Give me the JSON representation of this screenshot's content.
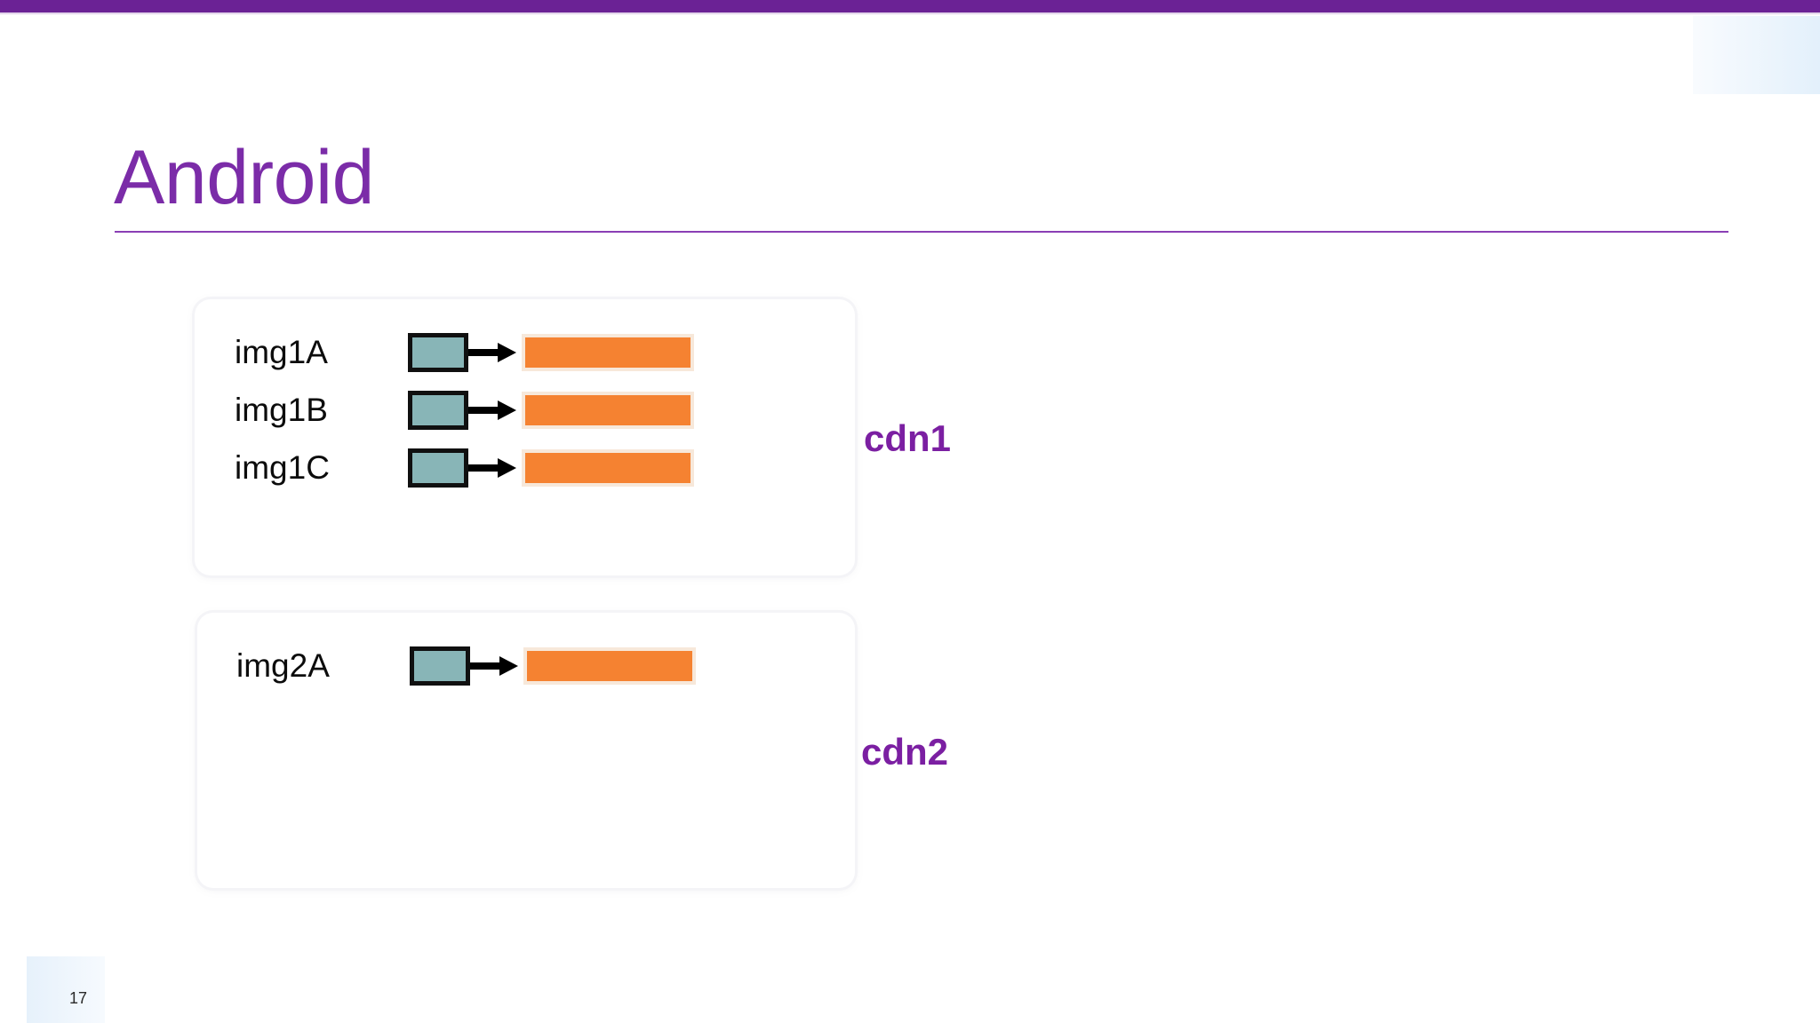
{
  "slide": {
    "title": "Android",
    "page_number": "17",
    "accent_color": "#7B2CA8",
    "band_color": "#6B2295"
  },
  "groups": [
    {
      "name": "cdn1-group",
      "cdn_label": "cdn1",
      "rows": [
        {
          "label": "img1A",
          "source_icon": "source-image-box",
          "arrow_icon": "arrow-right-icon",
          "dest_icon": "cdn-destination-bar"
        },
        {
          "label": "img1B",
          "source_icon": "source-image-box",
          "arrow_icon": "arrow-right-icon",
          "dest_icon": "cdn-destination-bar"
        },
        {
          "label": "img1C",
          "source_icon": "source-image-box",
          "arrow_icon": "arrow-right-icon",
          "dest_icon": "cdn-destination-bar"
        }
      ]
    },
    {
      "name": "cdn2-group",
      "cdn_label": "cdn2",
      "rows": [
        {
          "label": "img2A",
          "source_icon": "source-image-box",
          "arrow_icon": "arrow-right-icon",
          "dest_icon": "cdn-destination-bar"
        }
      ]
    }
  ],
  "colors": {
    "source_box_fill": "#88B5B7",
    "source_box_border": "#101010",
    "dest_bar_fill": "#F58231",
    "dest_bar_border": "#F7E8DA",
    "cdn_label": "#7B1FA2",
    "title_rule": "#8A3FB5",
    "deco_blue": "#E3F0FB"
  }
}
